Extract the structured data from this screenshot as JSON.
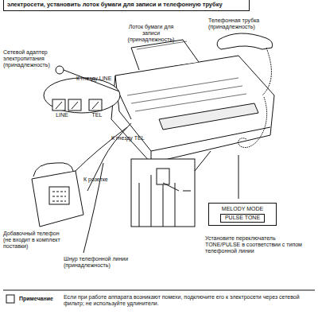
{
  "diagram": {
    "title": "электросети, установить лоток бумаги для записи и телефонную трубку",
    "nodes": [
      {
        "text": [
          "MELODY MODE",
          "PULSE TONE"
        ]
      }
    ],
    "labels": [
      "Телефонная трубка (принадлежность)",
      "Лоток бумаги для записи (принадлежность)",
      "Сетевой адаптер электропитания (принадлежность)",
      "К гнезду LINE",
      "LINE",
      "TEL",
      "К гнезду TEL",
      "К розетке",
      "Добавочный телефон (не входит в комплект поставки)",
      "Шнур телефонной линии (принадлежность)",
      "Установите переключатель TONE/PULSE в соответствии с типом телефонной линии",
      "Примечание",
      "Если при работе аппарата возникают помехи, подключите его к электросети через сетевой фильтр; не используйте удлинители."
    ]
  }
}
